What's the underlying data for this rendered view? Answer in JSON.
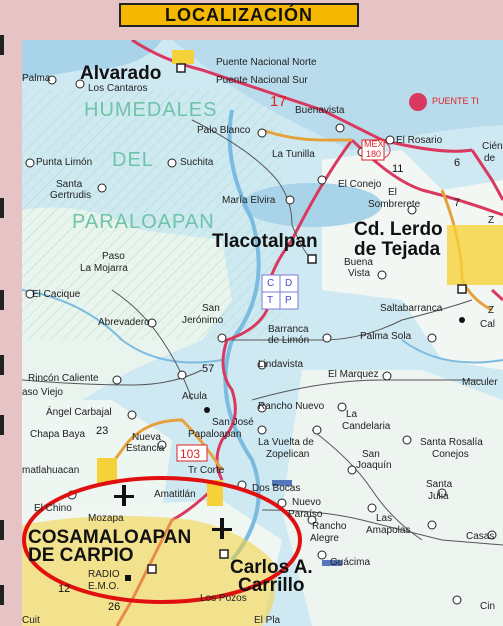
{
  "header": {
    "title": "LOCALIZACIÓN"
  },
  "map": {
    "places": {
      "alvarado": "Alvarado",
      "los_cantaros": "Los Cantaros",
      "palma": "Palma",
      "puente_norte": "Puente Nacional Norte",
      "puente_sur": "Puente Nacional Sur",
      "humedales": "HUMEDALES",
      "del": "DEL",
      "paraloapan": "PARALOAPAN",
      "buenavista": "Buenavista",
      "puente_ti": "PUENTE TI",
      "palo_blanco": "Palo Blanco",
      "el_rosario": "El Rosario",
      "la_tunilla": "La Tunilla",
      "el_conejo": "El Conejo",
      "punta_limon": "Punta Limón",
      "suchita": "Suchita",
      "santa_gertrudis_1": "Santa",
      "santa_gertrudis_2": "Gertrudis",
      "maria_elvira": "María Elvira",
      "el_sombrerete_1": "El",
      "el_sombrerete_2": "Sombrerete",
      "tlacotalpan": "Tlacotalpan",
      "lerdo_1": "Cd. Lerdo",
      "lerdo_2": "de Tejada",
      "buena_vista_1": "Buena",
      "buena_vista_2": "Vista",
      "paso_1": "Paso",
      "paso_2": "La Mojarra",
      "el_cacique": "El Cacique",
      "abrevadero": "Abrevadero",
      "san_jeronimo_1": "San",
      "san_jeronimo_2": "Jerónimo",
      "saltabarranca": "Saltabarranca",
      "barranca_1": "Barranca",
      "barranca_2": "de Limón",
      "palma_sola": "Palma Sola",
      "lindavista": "Lindavista",
      "el_marquez": "El Marquez",
      "rincon_caliente": "Rincón Caliente",
      "paso_viejo": "aso Viejo",
      "acula": "Acula",
      "angel_carbajal": "Ángel Carbajal",
      "san_jose_1": "San José",
      "san_jose_2": "Papaloapan",
      "rancho_nuevo": "Rancho Nuevo",
      "la_candelaria_1": "La",
      "la_candelaria_2": "Candelaria",
      "maculer": "Maculer",
      "chapa_baya": "Chapa Baya",
      "nueva_estancia_1": "Nueva",
      "nueva_estancia_2": "Estancia",
      "la_vuelta_1": "La Vuelta de",
      "la_vuelta_2": "Zopelican",
      "santa_rosalia_1": "Santa Rosalía",
      "santa_rosalia_2": "Conejos",
      "san_joaquin_1": "San",
      "san_joaquin_2": "Joaquín",
      "tlatlahuacan": "matlahuacan",
      "tres_cortes": "Tr Corte",
      "dos_bocas": "Dos Bocas",
      "amatitlan": "Amatitlán",
      "santa_julia_1": "Santa",
      "santa_julia_2": "Julia",
      "el_chino": "El Chino",
      "nuevo_paraiso_1": "Nuevo",
      "nuevo_paraiso_2": "Paraíso",
      "mozapa": "Mozapa",
      "rancho_alegre_1": "Rancho",
      "rancho_alegre_2": "Alegre",
      "las_amapolas_1": "Las",
      "las_amapolas_2": "Amapolas",
      "casas": "Casas",
      "cosamaloapan_1": "COSAMALOAPAN",
      "cosamaloapan_2": "DE CARPIO",
      "carlos_1": "Carlos A.",
      "carlos_2": "Carrillo",
      "guacima": "Guácima",
      "radio_1": "RADIO",
      "radio_2": "E.M.O.",
      "los_pozos": "Los Pozos",
      "cien_1": "Cién",
      "cien_2": "de",
      "z": "Z",
      "z2": "Z",
      "cal": "Cal",
      "el_pla": "El Pla",
      "cin": "Cin",
      "cuit": "Cuit"
    },
    "routes": {
      "r17": "17",
      "r180": "180",
      "mex": "MEX",
      "r57": "57",
      "r103": "103",
      "n11": "11",
      "n6": "6",
      "n7": "7",
      "n23": "23",
      "n12": "12",
      "n26": "26"
    },
    "legend": {
      "c": "C",
      "d": "D",
      "t": "T",
      "p": "P"
    }
  },
  "colors": {
    "water": "#cfe9f3",
    "highway": "#d9385f",
    "secondary": "#e5a23b",
    "town": "#f5d23a",
    "ellipse": "#e01010",
    "wetland": "#6fc3a8"
  }
}
